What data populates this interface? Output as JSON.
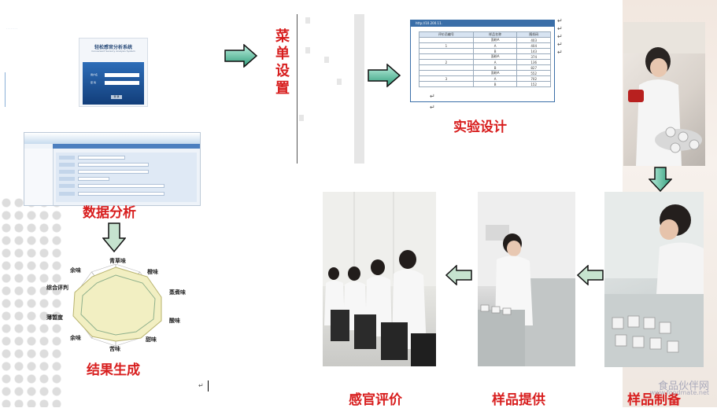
{
  "login": {
    "title": "轻松感官分析系统",
    "subtitle": "Convenient Sensory Analysis System",
    "label_user": "用户名",
    "label_pass": "密 码",
    "button": "登 录"
  },
  "labels": {
    "menu": "菜单设置",
    "experiment": "实验设计",
    "data": "数据分析",
    "result": "结果生成",
    "evaluation": "感官评价",
    "provision": "样品提供",
    "preparation": "样品制备"
  },
  "experiment_table": {
    "address": "http://10.200.11.",
    "headers": [
      "评价员编号",
      "样品名称",
      "随机码"
    ],
    "rows": [
      [
        "",
        "面粉A",
        "403"
      ],
      [
        "1",
        "A",
        "404"
      ],
      [
        "",
        "B",
        "143"
      ],
      [
        "",
        "面粉A",
        "374"
      ],
      [
        "2",
        "A",
        "136"
      ],
      [
        "",
        "B",
        "827"
      ],
      [
        "",
        "面粉A",
        "552"
      ],
      [
        "3",
        "A",
        "702"
      ],
      [
        "",
        "B",
        "152"
      ]
    ]
  },
  "radar": {
    "axes": [
      "青草味",
      "橙味",
      "蒸煮味",
      "酸味",
      "甜味",
      "苦味",
      "余味",
      "薄暂度",
      "综合评判",
      "余味"
    ]
  },
  "watermark": {
    "line1": "食品伙伴网",
    "line2": "www.foodmate.net"
  },
  "colors": {
    "label_red": "#d81e1e",
    "arrow_green": "#2f9d7a"
  }
}
